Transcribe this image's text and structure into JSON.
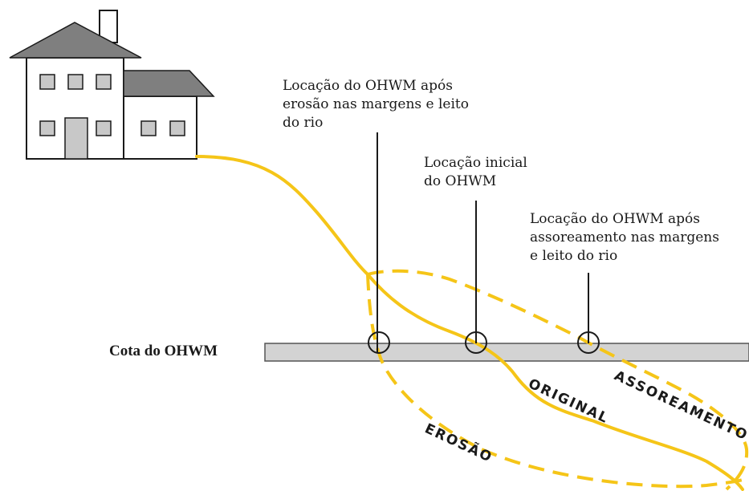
{
  "callouts": {
    "erosion": [
      "Locação do OHWM após",
      "erosão nas margens e leito",
      "do rio"
    ],
    "initial": [
      "Locação inicial",
      "do OHWM"
    ],
    "aggradation": [
      "Locação do OHWM após",
      "assoreamento nas margens",
      "e leito do rio"
    ]
  },
  "level_label": "Cota do OHWM",
  "curve_labels": {
    "original": "ORIGINAL",
    "erosion": "EROSÃO",
    "aggradation": "ASSOREAMENTO"
  },
  "colors": {
    "profile": "#f5c518",
    "level_band": "#d3d3d3",
    "roof": "#7f7f7f",
    "window": "#c8c8c8",
    "outline": "#1a1a1a"
  }
}
